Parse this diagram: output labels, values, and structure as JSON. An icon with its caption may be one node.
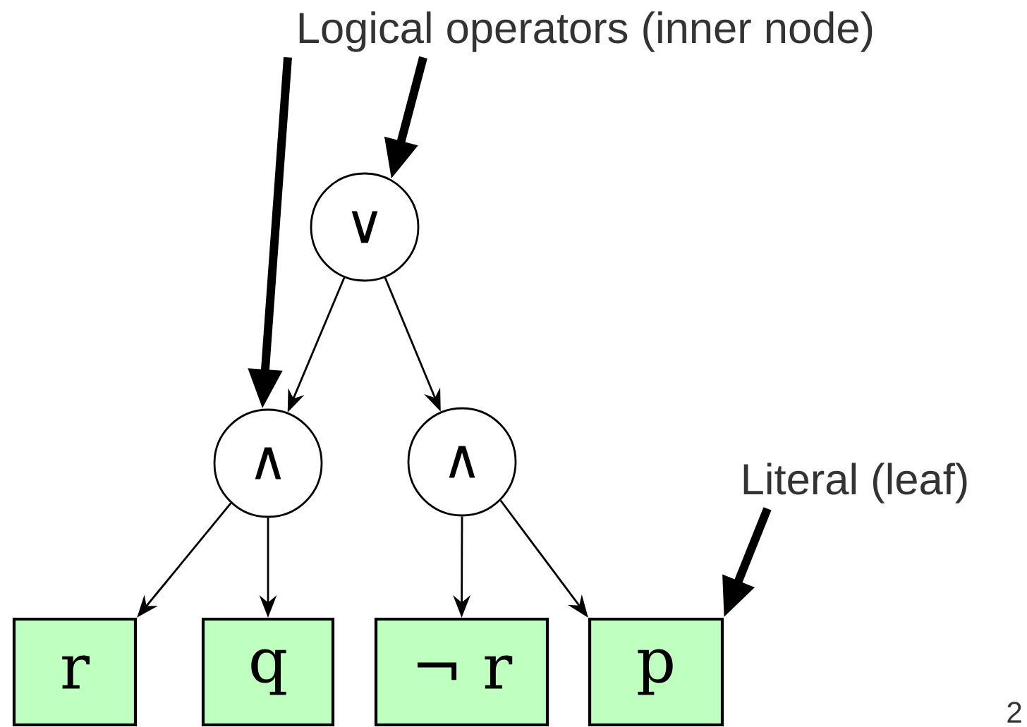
{
  "diagram": {
    "nodes": [
      {
        "text": [
          "Logical operators (inner node)"
        ]
      },
      {
        "text": [
          "∨"
        ]
      },
      {
        "text": [
          "∧"
        ]
      },
      {
        "text": [
          "∧"
        ]
      },
      {
        "text": [
          "r"
        ]
      },
      {
        "text": [
          "q"
        ]
      },
      {
        "text": [
          "¬ r"
        ]
      },
      {
        "text": [
          "p"
        ]
      },
      {
        "text": [
          "Literal (leaf)"
        ]
      }
    ],
    "edges": [
      {
        "from": 1,
        "to": 2,
        "arrow": "to"
      },
      {
        "from": 1,
        "to": 3,
        "arrow": "to"
      },
      {
        "from": 2,
        "to": 4,
        "arrow": "to"
      },
      {
        "from": 2,
        "to": 5,
        "arrow": "to"
      },
      {
        "from": 3,
        "to": 6,
        "arrow": "to"
      },
      {
        "from": 3,
        "to": 7,
        "arrow": "to"
      },
      {
        "from": 0,
        "to": 2,
        "arrow": "to",
        "style": "thick"
      },
      {
        "from": 0,
        "to": 1,
        "arrow": "to",
        "style": "thick"
      },
      {
        "from": 8,
        "to": 7,
        "arrow": "to",
        "style": "thick"
      }
    ],
    "labels": [
      "2"
    ]
  }
}
